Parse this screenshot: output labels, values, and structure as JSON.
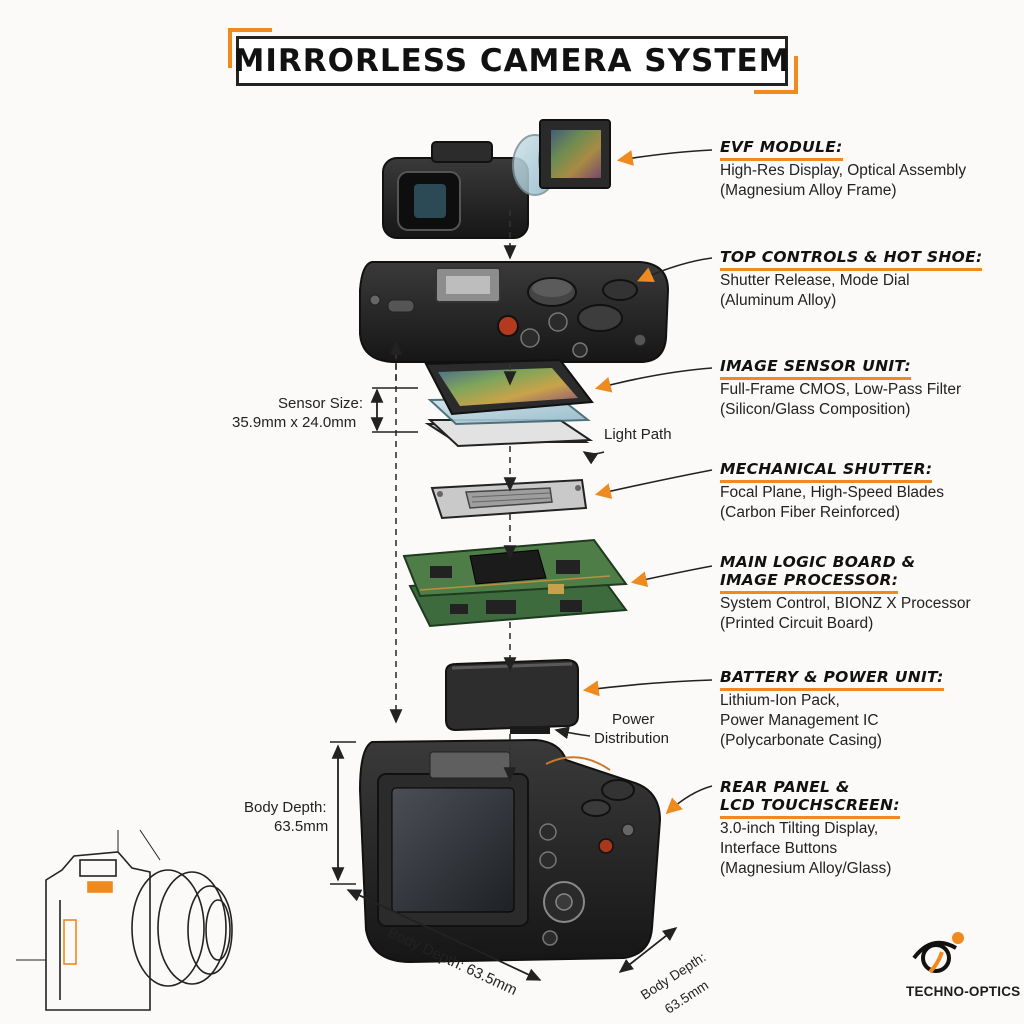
{
  "title": "MIRRORLESS CAMERA SYSTEM",
  "brand": "TECHNO-OPTICS",
  "colors": {
    "accent": "#ef8a1f",
    "ink": "#1c1c1c",
    "background": "#fbfaf8"
  },
  "components": [
    {
      "heading": [
        "EVF MODULE:"
      ],
      "lines": [
        "High-Res Display, Optical Assembly",
        "(Magnesium Alloy Frame)"
      ]
    },
    {
      "heading": [
        "TOP CONTROLS & HOT SHOE:"
      ],
      "lines": [
        "Shutter Release, Mode Dial",
        "(Aluminum Alloy)"
      ]
    },
    {
      "heading": [
        "IMAGE SENSOR UNIT:"
      ],
      "lines": [
        "Full-Frame CMOS, Low-Pass Filter",
        "(Silicon/Glass Composition)"
      ]
    },
    {
      "heading": [
        "MECHANICAL SHUTTER:"
      ],
      "lines": [
        "Focal Plane, High-Speed Blades",
        "(Carbon Fiber Reinforced)"
      ]
    },
    {
      "heading": [
        "MAIN LOGIC BOARD &",
        "IMAGE PROCESSOR:"
      ],
      "lines": [
        "System Control, BIONZ X Processor",
        "(Printed Circuit Board)"
      ]
    },
    {
      "heading": [
        "BATTERY & POWER UNIT:"
      ],
      "lines": [
        "Lithium-Ion Pack,",
        "Power Management IC",
        "(Polycarbonate Casing)"
      ]
    },
    {
      "heading": [
        "REAR PANEL &",
        "LCD TOUCHSCREEN:"
      ],
      "lines": [
        "3.0-inch Tilting Display,",
        "Interface Buttons",
        "(Magnesium Alloy/Glass)"
      ]
    }
  ],
  "annotations": {
    "sensor_size": [
      "Sensor Size:",
      "35.9mm x 24.0mm"
    ],
    "light_path": "Light Path",
    "power_distribution": [
      "Power",
      "Distribution"
    ],
    "body_depth_left": [
      "Body Depth:",
      "63.5mm"
    ],
    "body_depth_bottom": "Body Depth: 63.5mm",
    "body_depth_corner": [
      "Body Depth:",
      "63.5mm"
    ]
  }
}
